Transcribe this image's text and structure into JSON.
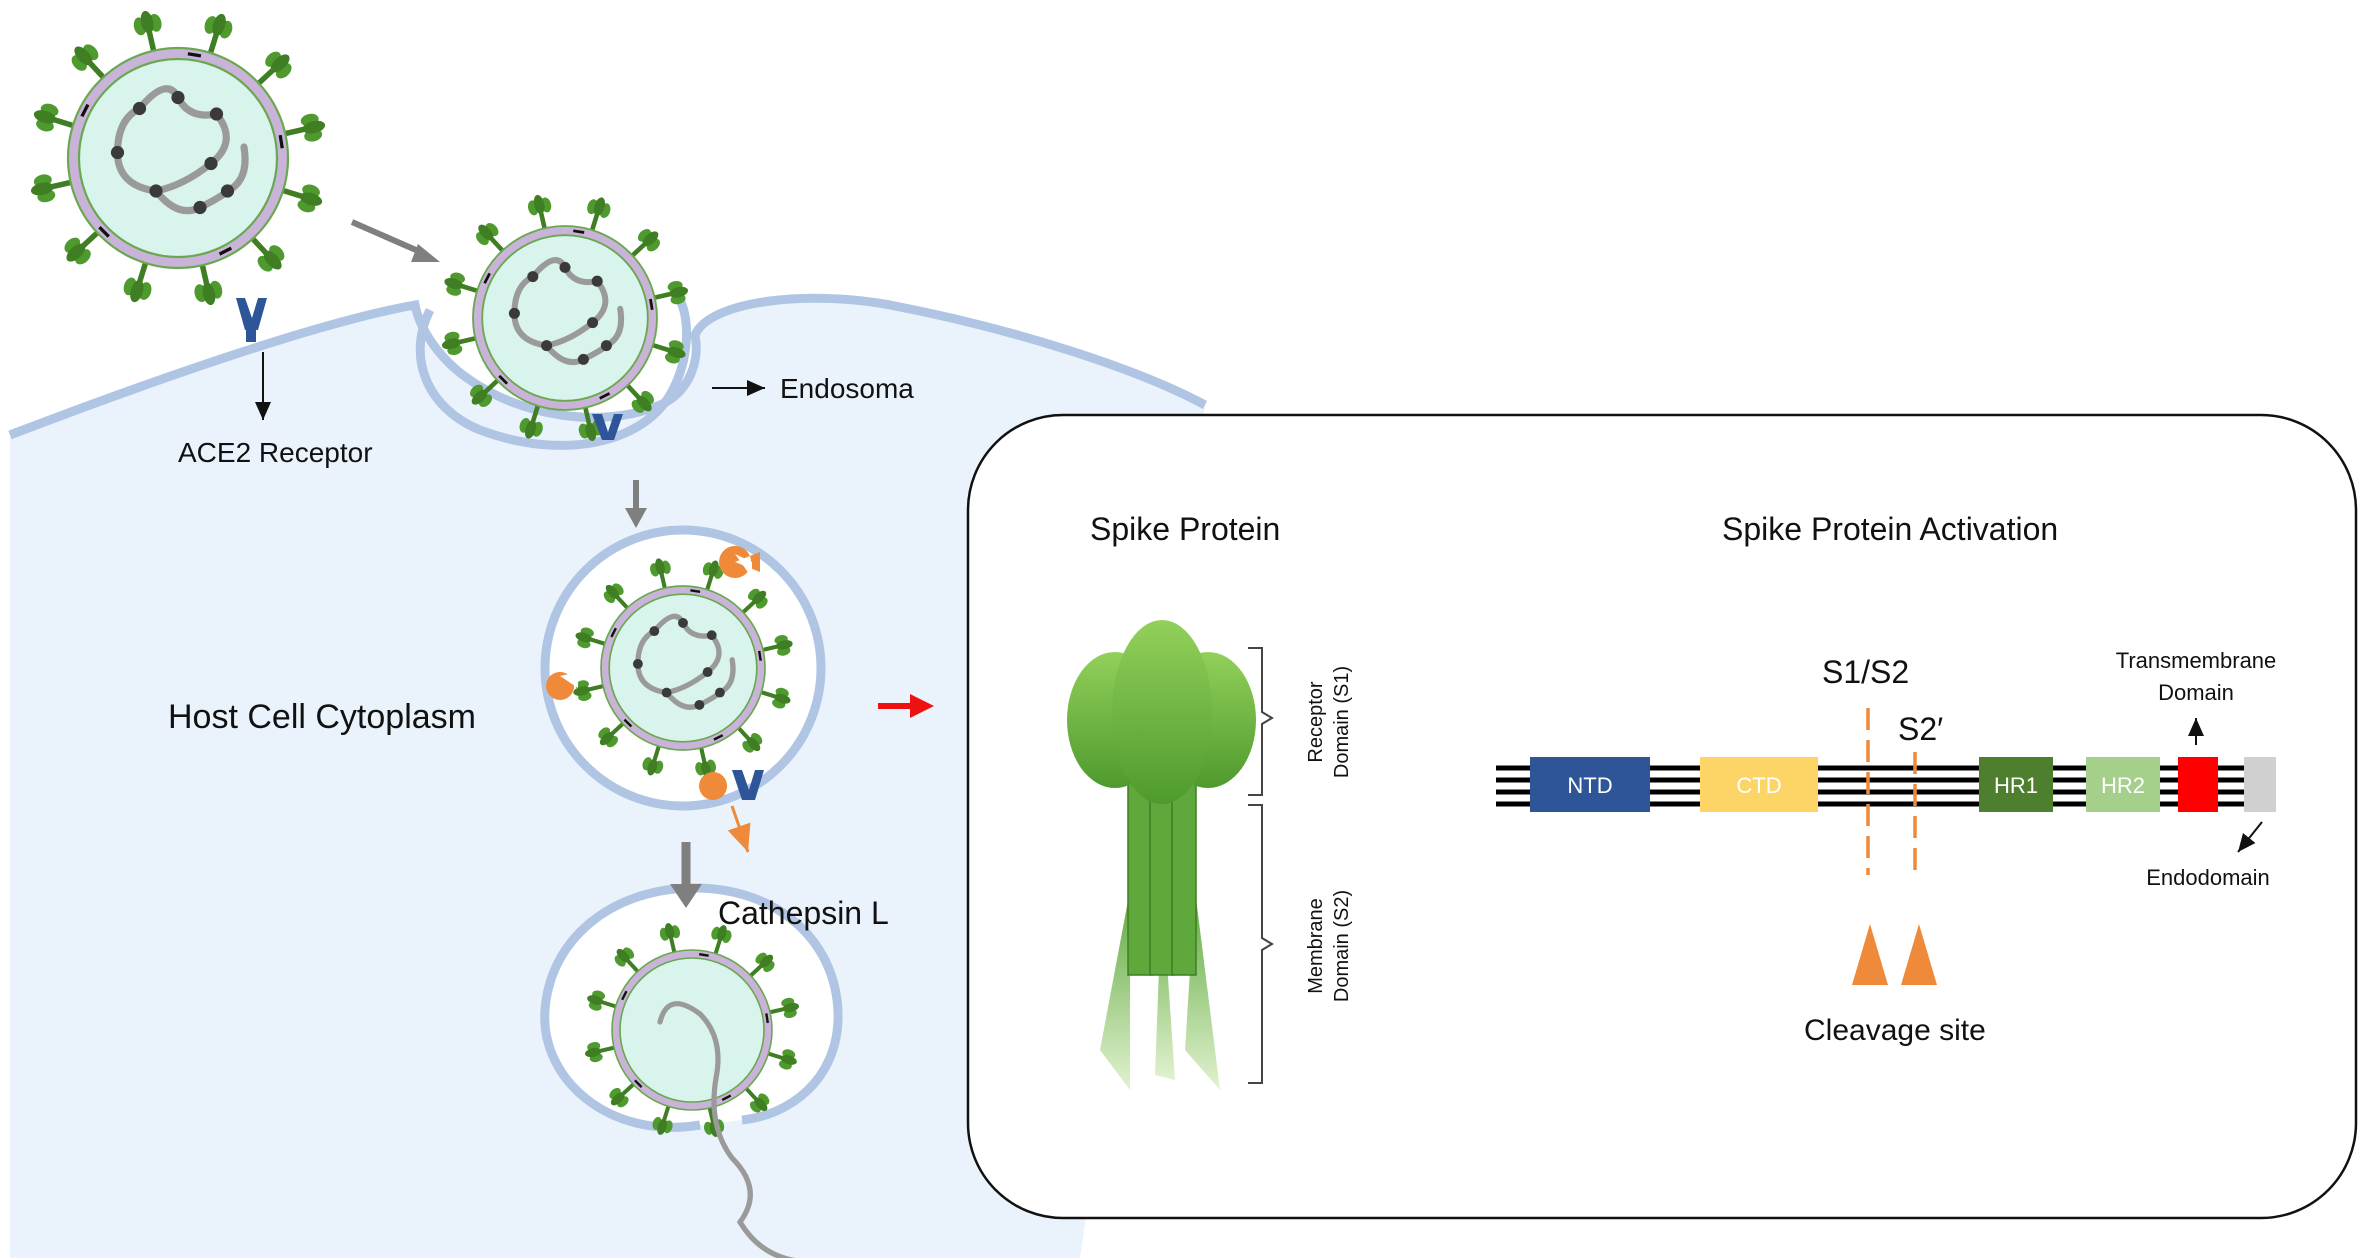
{
  "labels": {
    "ace2": "ACE2 Receptor",
    "endosoma": "Endosoma",
    "cytoplasm": "Host Cell Cytoplasm",
    "cathepsin": "Cathepsin L",
    "spike_title": "Spike Protein",
    "activation_title": "Spike Protein Activation",
    "receptor_domain_1": "Receptor",
    "receptor_domain_2": "Domain (S1)",
    "membrane_domain_1": "Membrane",
    "membrane_domain_2": "Domain (S2)",
    "s1s2": "S1/S2",
    "s2prime": "S2′",
    "transmembrane_1": "Transmembrane",
    "transmembrane_2": "Domain",
    "endodomain": "Endodomain",
    "cleavage": "Cleavage site"
  },
  "domains": [
    {
      "label": "NTD",
      "color": "#2e5597",
      "text_color": "#ffffff"
    },
    {
      "label": "CTD",
      "color": "#fdd567",
      "text_color": "#ffffff"
    },
    {
      "label": "HR1",
      "color": "#4d7f2f",
      "text_color": "#ffffff"
    },
    {
      "label": "HR2",
      "color": "#a4d08c",
      "text_color": "#ffffff"
    },
    {
      "label": "",
      "color": "#ff0000",
      "text_color": "#ffffff"
    },
    {
      "label": "",
      "color": "#d0d0d0",
      "text_color": "#ffffff"
    }
  ],
  "colors": {
    "cell_fill": "#eaf3fb",
    "cell_membrane": "#afc5e3",
    "virus_core": "#d9f4ec",
    "spike_green": "#4f9a2e",
    "cathepsin_orange": "#ee8a3a",
    "receptor_blue": "#2d5597",
    "arrow_gray": "#7f7f7f",
    "red_arrow": "#ee1111"
  }
}
